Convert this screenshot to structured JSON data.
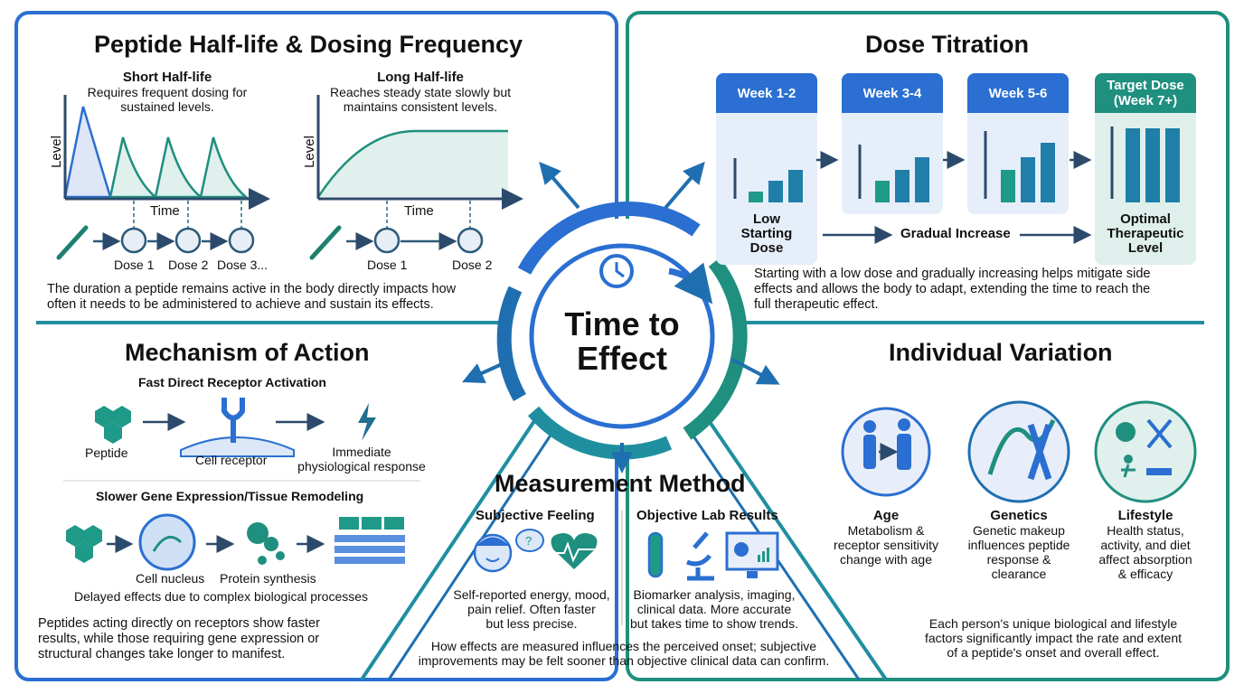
{
  "center": {
    "line1": "Time to",
    "line2": "Effect"
  },
  "half_life": {
    "title": "Peptide Half-life & Dosing Frequency",
    "short": {
      "title": "Short Half-life",
      "desc1": "Requires frequent dosing for",
      "desc2": "sustained levels.",
      "ylabel": "Level",
      "xlabel": "Time",
      "doses": [
        "Dose 1",
        "Dose 2",
        "Dose 3..."
      ]
    },
    "long": {
      "title": "Long Half-life",
      "desc1": "Reaches steady state slowly but",
      "desc2": "maintains consistent levels.",
      "ylabel": "Level",
      "xlabel": "Time",
      "doses": [
        "Dose 1",
        "Dose 2"
      ]
    },
    "summary1": "The duration a peptide remains active in the body directly impacts how",
    "summary2": "often it needs to be administered to achieve and sustain its effects."
  },
  "titration": {
    "title": "Dose Titration",
    "weeks": [
      {
        "label": "Week 1-2"
      },
      {
        "label": "Week 3-4"
      },
      {
        "label": "Week 5-6"
      },
      {
        "label1": "Target Dose",
        "label2": "(Week 7+)"
      }
    ],
    "start_label": [
      "Low",
      "Starting",
      "Dose"
    ],
    "middle_label": "Gradual Increase",
    "end_label": [
      "Optimal",
      "Therapeutic",
      "Level"
    ],
    "summary": [
      "Starting with a low dose and gradually increasing helps mitigate side",
      "effects and allows the body to adapt, extending the time to reach the",
      "full therapeutic effect."
    ]
  },
  "mechanism": {
    "title": "Mechanism of Action",
    "fast_title": "Fast Direct Receptor Activation",
    "peptide": "Peptide",
    "receptor": "Cell receptor",
    "response": [
      "Immediate",
      "physiological response"
    ],
    "slow_title": "Slower Gene Expression/Tissue Remodeling",
    "nucleus": "Cell nucleus",
    "protein": "Protein synthesis",
    "delayed": "Delayed effects due to complex biological processes",
    "summary": [
      "Peptides acting directly on receptors show faster",
      "results, while those requiring gene expression or",
      "structural changes take longer to manifest."
    ]
  },
  "measurement": {
    "title": "Measurement Method",
    "subjective_title": "Subjective Feeling",
    "subjective_desc": [
      "Self-reported energy, mood,",
      "pain relief. Often faster",
      "but less precise."
    ],
    "objective_title": "Objective Lab Results",
    "objective_desc": [
      "Biomarker analysis, imaging,",
      "clinical data. More accurate",
      "but takes time to show trends."
    ],
    "summary": [
      "How effects are measured influences the perceived onset; subjective",
      "improvements may be felt sooner than objective clinical data can confirm."
    ]
  },
  "variation": {
    "title": "Individual Variation",
    "items": [
      {
        "title": "Age",
        "desc": [
          "Metabolism &",
          "receptor sensitivity",
          "change with age"
        ]
      },
      {
        "title": "Genetics",
        "desc": [
          "Genetic makeup",
          "influences peptide",
          "response &",
          "clearance"
        ]
      },
      {
        "title": "Lifestyle",
        "desc": [
          "Health status,",
          "activity, and diet",
          "affect absorption",
          "& efficacy"
        ]
      }
    ],
    "summary": [
      "Each person's unique biological and lifestyle",
      "factors significantly impact the rate and extent",
      "of a peptide's onset and overall effect."
    ]
  },
  "colors": {
    "blue": "#2a6fd1",
    "teal": "#1f8f7f",
    "dark": "#2c4a6b"
  }
}
